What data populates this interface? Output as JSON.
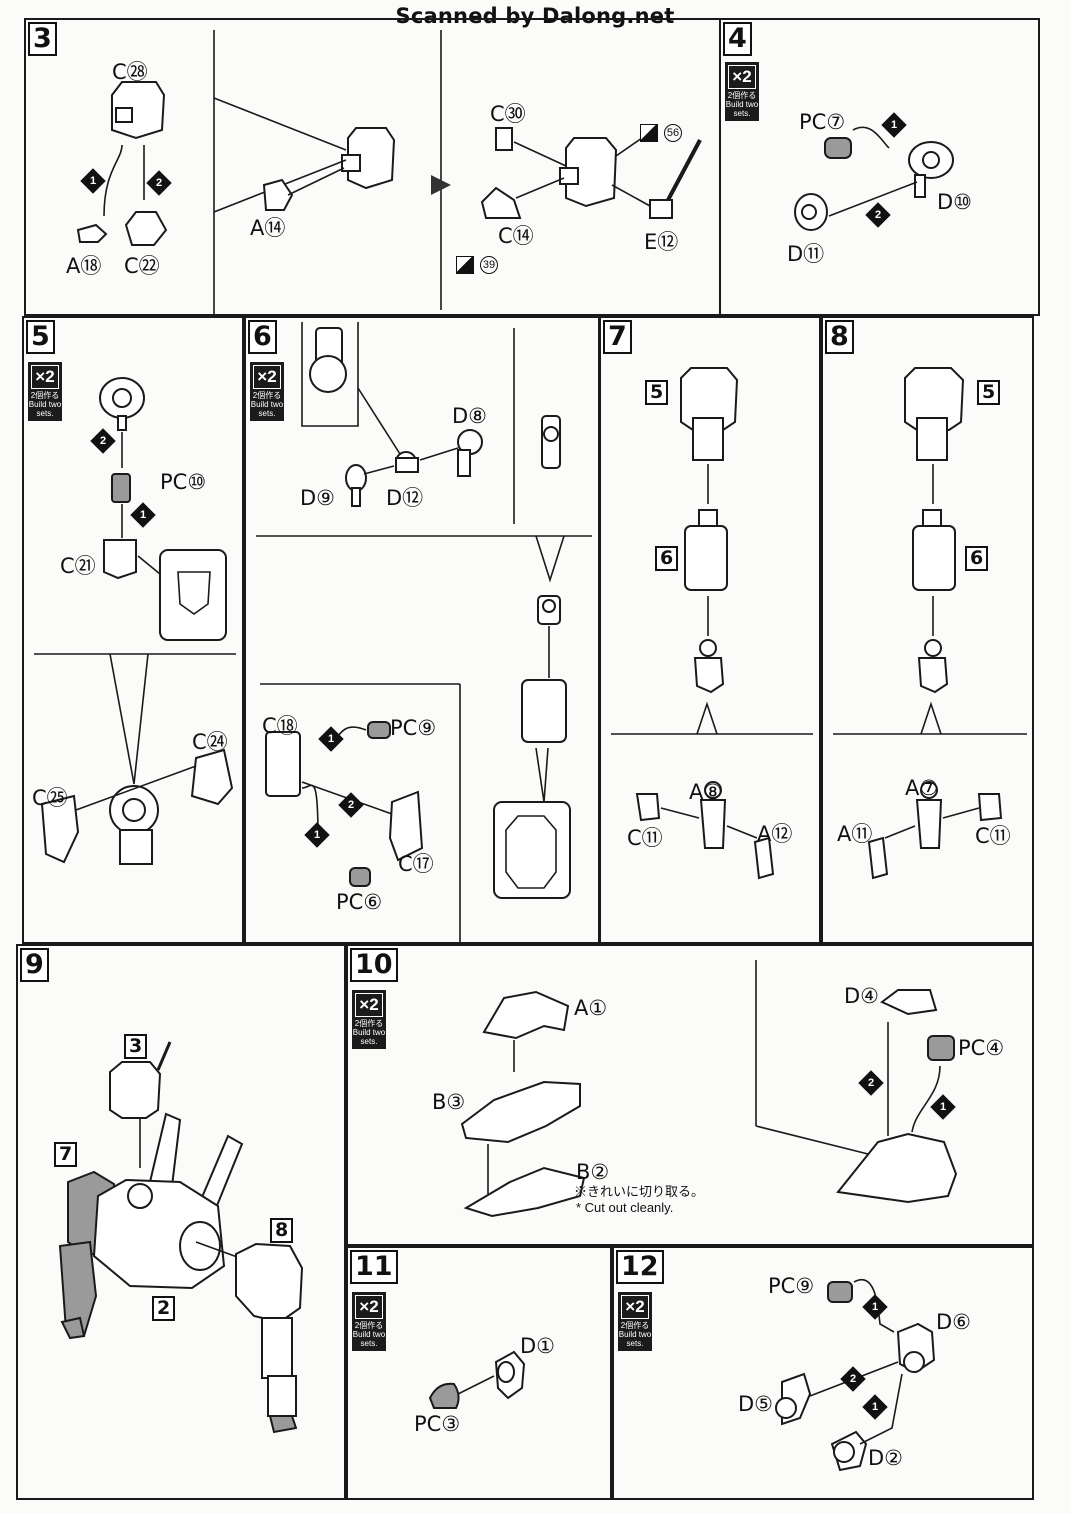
{
  "header": {
    "scan_credit": "Scanned by Dalong.net"
  },
  "badge": {
    "x2": "×2",
    "jp": "2個作る",
    "en": "Build two sets."
  },
  "steps": {
    "s3": {
      "num": "3",
      "labels": [
        "C㉘",
        "A⑱",
        "C㉒",
        "A⑭",
        "C㉚",
        "C⑭",
        "E⑫"
      ],
      "stickers": [
        "56",
        "39"
      ]
    },
    "s4": {
      "num": "4",
      "labels": [
        "PC⑦",
        "D⑩",
        "D⑪"
      ]
    },
    "s5": {
      "num": "5",
      "labels": [
        "PC⑩",
        "C㉑",
        "C㉔",
        "C㉕"
      ]
    },
    "s6": {
      "num": "6",
      "labels": [
        "D⑧",
        "D⑨",
        "D⑫",
        "C⑱",
        "PC⑨",
        "C⑰",
        "PC⑥"
      ]
    },
    "s7": {
      "num": "7",
      "refs": [
        "5",
        "6"
      ],
      "labels": [
        "A⑧",
        "C⑪",
        "A⑫"
      ]
    },
    "s8": {
      "num": "8",
      "refs": [
        "5",
        "6"
      ],
      "labels": [
        "A⑦",
        "A⑪",
        "C⑪"
      ]
    },
    "s9": {
      "num": "9",
      "refs": [
        "3",
        "7",
        "8",
        "2"
      ]
    },
    "s10": {
      "num": "10",
      "labels": [
        "A①",
        "B③",
        "B②",
        "D④",
        "PC④"
      ],
      "note_jp": "※きれいに切り取る。",
      "note_en": "* Cut out cleanly."
    },
    "s11": {
      "num": "11",
      "labels": [
        "D①",
        "PC③"
      ]
    },
    "s12": {
      "num": "12",
      "labels": [
        "PC⑨",
        "D⑥",
        "D⑤",
        "D②"
      ]
    }
  },
  "order_markers": [
    "1",
    "2"
  ]
}
